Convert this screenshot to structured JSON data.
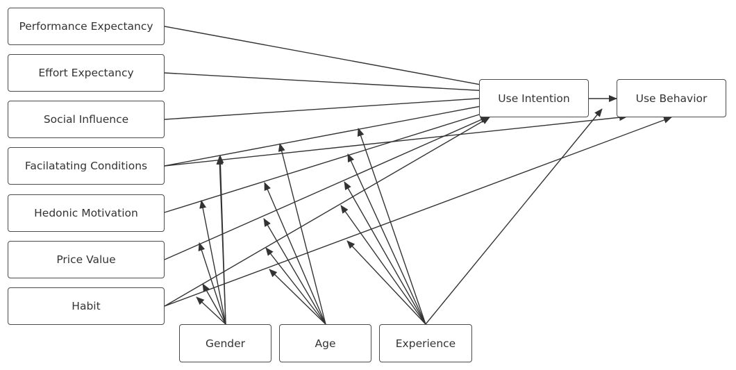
{
  "nodes": {
    "performance_expectancy": "Performance Expectancy",
    "effort_expectancy": "Effort Expectancy",
    "social_influence": "Social Influence",
    "facilitating_conditions": "Facilatating Conditions",
    "hedonic_motivation": "Hedonic Motivation",
    "price_value": "Price Value",
    "habit": "Habit",
    "gender": "Gender",
    "age": "Age",
    "experience": "Experience",
    "use_intention": "Use Intention",
    "use_behavior": "Use Behavior"
  },
  "edges": [
    {
      "from": "performance_expectancy",
      "to": "use_intention"
    },
    {
      "from": "effort_expectancy",
      "to": "use_intention"
    },
    {
      "from": "social_influence",
      "to": "use_intention"
    },
    {
      "from": "facilitating_conditions",
      "to": "use_intention"
    },
    {
      "from": "facilitating_conditions",
      "to": "use_behavior"
    },
    {
      "from": "hedonic_motivation",
      "to": "use_intention"
    },
    {
      "from": "price_value",
      "to": "use_intention"
    },
    {
      "from": "habit",
      "to": "use_intention"
    },
    {
      "from": "habit",
      "to": "use_behavior"
    },
    {
      "from": "use_intention",
      "to": "use_behavior"
    },
    {
      "from": "experience",
      "to": "use_intention"
    },
    {
      "from": "gender",
      "to": "edge:facilitating_conditions-use_intention",
      "moderates": true
    },
    {
      "from": "gender",
      "to": "edge:hedonic_motivation-use_intention",
      "moderates": true
    },
    {
      "from": "gender",
      "to": "edge:price_value-use_intention",
      "moderates": true
    },
    {
      "from": "gender",
      "to": "edge:habit-use_intention",
      "moderates": true
    },
    {
      "from": "gender",
      "to": "edge:habit-use_behavior",
      "moderates": true
    },
    {
      "from": "gender",
      "to": "edge:facilitating_conditions-use_behavior",
      "moderates": true
    },
    {
      "from": "age",
      "to": "edge:facilitating_conditions-use_intention",
      "moderates": true
    },
    {
      "from": "age",
      "to": "edge:hedonic_motivation-use_intention",
      "moderates": true
    },
    {
      "from": "age",
      "to": "edge:price_value-use_intention",
      "moderates": true
    },
    {
      "from": "age",
      "to": "edge:habit-use_intention",
      "moderates": true
    },
    {
      "from": "age",
      "to": "edge:habit-use_behavior",
      "moderates": true
    },
    {
      "from": "experience",
      "to": "edge:facilitating_conditions-use_intention",
      "moderates": true
    },
    {
      "from": "experience",
      "to": "edge:facilitating_conditions-use_behavior",
      "moderates": true
    },
    {
      "from": "experience",
      "to": "edge:hedonic_motivation-use_intention",
      "moderates": true
    },
    {
      "from": "experience",
      "to": "edge:price_value-use_intention",
      "moderates": true
    },
    {
      "from": "experience",
      "to": "edge:habit-use_behavior",
      "moderates": true
    }
  ]
}
